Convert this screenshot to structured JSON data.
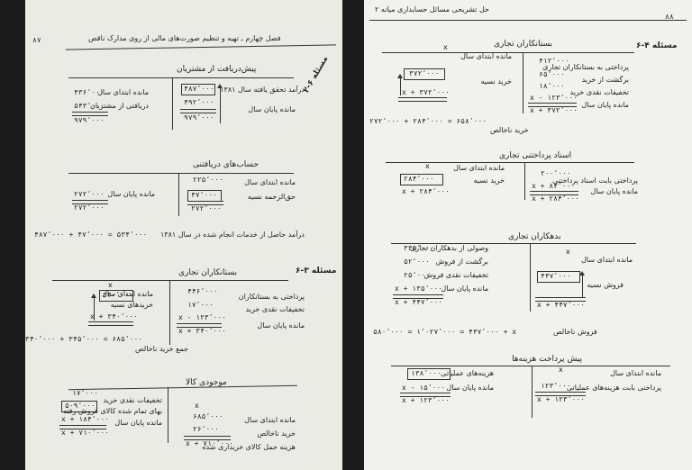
{
  "left_page": {
    "page_number": "۸۷",
    "header": "فصل چهارم ـ تهیه و تنظیم صورت‌های مالی از روی مدارک ناقص",
    "problem_2": {
      "label": "مسئله ۶-۲",
      "prepaid_account": {
        "title": "پیش‌دریافت از مشتریان",
        "debit_lines": [
          "درآمد تحقق یافته سال ۱۳۸۱",
          "مانده پایان سال"
        ],
        "debit_values": [
          "۴۸۷٬۰۰۰",
          "۴۹۲٬۰۰۰",
          "۹۷۹٬۰۰۰"
        ],
        "credit_lines": [
          "مانده ابتدای سال",
          "دریافتی از مشتریان"
        ],
        "credit_values": [
          "۴۳۶٬۰۰۰",
          "۵۴۳٬۰۰۰",
          "۹۷۹٬۰۰۰"
        ]
      },
      "receivable_account": {
        "title": "حساب‌های دریافتنی",
        "debit_lines": [
          "مانده ابتدای سال",
          "حق‌الزحمه نسیه"
        ],
        "debit_values": [
          "۲۲۵٬۰۰۰",
          "۴۷٬۰۰۰",
          "۲۷۲٬۰۰۰"
        ],
        "credit_lines": [
          "مانده پایان سال"
        ],
        "credit_values": [
          "۲۷۲٬۰۰۰",
          "۲۷۲٬۰۰۰"
        ]
      },
      "revenue_line": "درآمد حاصل از خدمات انجام شده در سال ۱۳۸۱",
      "revenue_formula": "۴۸۷٬۰۰۰ + ۴۷٬۰۰۰ = ۵۳۴٬۰۰۰"
    },
    "problem_3": {
      "label": "مسئله ۳-۶",
      "payables_account": {
        "title": "بستانکاران تجاری",
        "debit_lines": [
          "پرداختی به بستانکاران",
          "تخفیفات نقدی خرید",
          "مانده پایان سال"
        ],
        "debit_values": [
          "۴۴۶٬۰۰۰",
          "۱۷٬۰۰۰",
          "x - ۱۲۳٬۰۰۰",
          "x + ۳۴۰٬۰۰۰"
        ],
        "credit_x": "x",
        "credit_lines": [
          "مانده ابتدای سال",
          "خریدهای نسیه"
        ],
        "credit_values": [
          "۳۴۰٬۰۰۰",
          "x + ۳۴۰٬۰۰۰"
        ]
      },
      "purchase_line": "جمع خرید ناخالص",
      "purchase_formula": "۳۴۰٬۰۰۰ + ۳۴۵٬۰۰۰ = ۶۸۵٬۰۰۰",
      "inventory_account": {
        "title": "موجودی کالا",
        "debit_x": "x",
        "debit_lines": [
          "مانده ابتدای سال",
          "خرید ناخالص",
          "هزینه حمل کالای خریداری شده"
        ],
        "debit_values": [
          "۶۸۵٬۰۰۰",
          "۲۶٬۰۰۰",
          "x + ۷۱۰٬۰۰۰"
        ],
        "credit_lines": [
          "تخفیفات نقدی خرید",
          "بهای تمام شده کالای فروش رفته",
          "مانده پایان سال"
        ],
        "credit_values": [
          "۱۷٬۰۰۰",
          "۵۰۹٬۰۰۰",
          "x + ۱۸۴٬۰۰۰",
          "x + ۷۱۰٬۰۰۰"
        ]
      }
    }
  },
  "right_page": {
    "page_number": "۸۸",
    "header": "حل تشریحی مسائل حسابداری میانه ۲",
    "problem_4": {
      "label": "مسئله ۴-۶",
      "payables_account": {
        "title": "بستانکاران تجاری",
        "debit_lines": [
          "پرداختی به بستانکاران تجاری",
          "برگشت از خرید",
          "تخفیفات نقدی خرید",
          "مانده پایان سال"
        ],
        "debit_values": [
          "۴۱۲٬۰۰۰",
          "۶۵٬۰۰۰",
          "۱۸٬۰۰۰",
          "x - ۱۲۳٬۰۰۰",
          "x + ۳۷۲٬۰۰۰"
        ],
        "credit_x": "x",
        "credit_lines": [
          "مانده ابتدای سال",
          "خرید نسیه"
        ],
        "credit_values": [
          "۳۷۲٬۰۰۰",
          "x + ۳۷۲٬۰۰۰"
        ]
      },
      "gross_formula": "۲۷۲٬۰۰۰ + ۲۸۴٬۰۰۰ = ۶۵۸٬۰۰۰",
      "gross_label": "خرید ناخالص",
      "notes_account": {
        "title": "اسناد پرداختنی تجاری",
        "debit_lines": [
          "پرداختی بابت اسناد پرداختنی",
          "مانده پایان سال"
        ],
        "debit_values": [
          "۲۰۰٬۰۰۰",
          "x + ۸۴٬۰۰۰",
          "x + ۲۸۴٬۰۰۰"
        ],
        "credit_x": "x",
        "credit_lines": [
          "مانده ابتدای سال",
          "خرید نسیه"
        ],
        "credit_values": [
          "۲۸۴٬۰۰۰",
          "x + ۲۸۴٬۰۰۰"
        ]
      },
      "receivables_account": {
        "title": "بدهکاران تجاری",
        "debit_x": "x",
        "debit_lines": [
          "مانده ابتدای سال",
          "فروش نسیه"
        ],
        "debit_values": [
          "۴۴۷٬۰۰۰",
          "x + ۴۴۷٬۰۰۰"
        ],
        "credit_lines": [
          "وصولی از بدهکاران تجاری",
          "برگشت از فروش",
          "تخفیفات نقدی فروش",
          "مانده پایان سال"
        ],
        "credit_values": [
          "۳۳۵٬۰۰۰",
          "۵۲٬۰۰۰",
          "۲۵٬۰۰۰",
          "x + ۱۳۵٬۰۰۰",
          "x + ۴۴۷٬۰۰۰"
        ]
      },
      "sales_label": "فروش ناخالص",
      "sales_formula": "۵۸۰٬۰۰۰ = ۱٬۰۲۷٬۰۰۰ = ۴۴۷٬۰۰۰ + x",
      "prepaid_expense_account": {
        "title": "پیش پرداخت هزینه‌ها",
        "debit_x": "x",
        "debit_lines": [
          "مانده ابتدای سال",
          "پرداختی بابت هزینه‌های عملیاتی"
        ],
        "debit_values": [
          "۱۲۳٬۰۰۰",
          "x + ۱۲۳٬۰۰۰"
        ],
        "credit_lines": [
          "هزینه‌های عملیاتی",
          "مانده پایان سال"
        ],
        "credit_values": [
          "۱۳۸٬۰۰۰",
          "x - ۱۵٬۰۰۰",
          "x + ۱۲۳٬۰۰۰"
        ]
      }
    }
  }
}
